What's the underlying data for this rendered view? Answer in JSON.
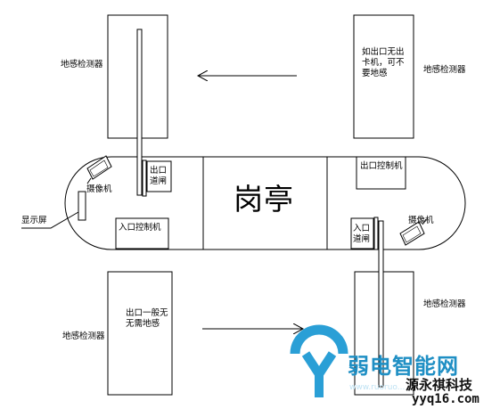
{
  "diagram": {
    "booth_label": "岗亭",
    "sensor_label": "地感检测器",
    "camera_label": "摄像机",
    "display_label": "显示屏",
    "exit_gate_label": "出口道闸",
    "entry_gate_label": "入口道闸",
    "entry_controller_label": "入口控制机",
    "exit_controller_label": "出口控制机",
    "note_top_right": "如出口无出卡机，可不要地感",
    "note_bottom_left": "出口一般无无需地感"
  },
  "watermark": {
    "brand": "弱电智能网",
    "company": "源永祺科技",
    "url": "yyq16.com",
    "ghost_url": "www.ruoruo..."
  },
  "colors": {
    "line": "#000000",
    "brand_blue": "#1f8fc4",
    "logo_blue": "#2a9fd6"
  }
}
